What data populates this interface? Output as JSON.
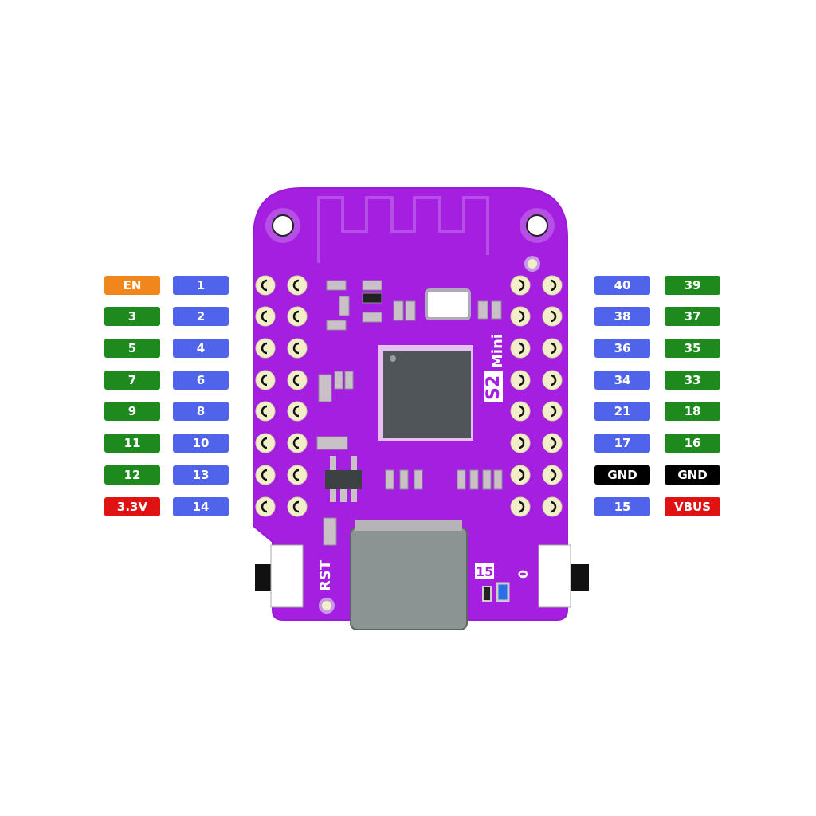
{
  "board": {
    "name": "S2 Mini",
    "silkscreen": {
      "model_a": "S2",
      "model_b": "Mini",
      "reset": "RST",
      "btn_left": "15",
      "btn_right": "0"
    },
    "colors": {
      "pcb": "#a41fe0",
      "pcb_trace": "#b54fe6",
      "pad": "#f2efc8",
      "chip": "#4f5559",
      "usb": "#8b9493"
    }
  },
  "legend_colors": {
    "gpio": "#4f64ea",
    "adc_gpio": "#1e8a1e",
    "enable": "#f0861c",
    "power": "#e01212",
    "ground": "#000000"
  },
  "left_pins": [
    {
      "outer": {
        "text": "EN",
        "color": "orange"
      },
      "inner": {
        "text": "1",
        "color": "blue"
      }
    },
    {
      "outer": {
        "text": "3",
        "color": "green"
      },
      "inner": {
        "text": "2",
        "color": "blue"
      }
    },
    {
      "outer": {
        "text": "5",
        "color": "green"
      },
      "inner": {
        "text": "4",
        "color": "blue"
      }
    },
    {
      "outer": {
        "text": "7",
        "color": "green"
      },
      "inner": {
        "text": "6",
        "color": "blue"
      }
    },
    {
      "outer": {
        "text": "9",
        "color": "green"
      },
      "inner": {
        "text": "8",
        "color": "blue"
      }
    },
    {
      "outer": {
        "text": "11",
        "color": "green"
      },
      "inner": {
        "text": "10",
        "color": "blue"
      }
    },
    {
      "outer": {
        "text": "12",
        "color": "green"
      },
      "inner": {
        "text": "13",
        "color": "blue"
      }
    },
    {
      "outer": {
        "text": "3.3V",
        "color": "red"
      },
      "inner": {
        "text": "14",
        "color": "blue"
      }
    }
  ],
  "right_pins": [
    {
      "inner": {
        "text": "40",
        "color": "blue"
      },
      "outer": {
        "text": "39",
        "color": "green"
      }
    },
    {
      "inner": {
        "text": "38",
        "color": "blue"
      },
      "outer": {
        "text": "37",
        "color": "green"
      }
    },
    {
      "inner": {
        "text": "36",
        "color": "blue"
      },
      "outer": {
        "text": "35",
        "color": "green"
      }
    },
    {
      "inner": {
        "text": "34",
        "color": "blue"
      },
      "outer": {
        "text": "33",
        "color": "green"
      }
    },
    {
      "inner": {
        "text": "21",
        "color": "blue"
      },
      "outer": {
        "text": "18",
        "color": "green"
      }
    },
    {
      "inner": {
        "text": "17",
        "color": "blue"
      },
      "outer": {
        "text": "16",
        "color": "green"
      }
    },
    {
      "inner": {
        "text": "GND",
        "color": "black"
      },
      "outer": {
        "text": "GND",
        "color": "black"
      }
    },
    {
      "inner": {
        "text": "15",
        "color": "blue"
      },
      "outer": {
        "text": "VBUS",
        "color": "red"
      }
    }
  ]
}
